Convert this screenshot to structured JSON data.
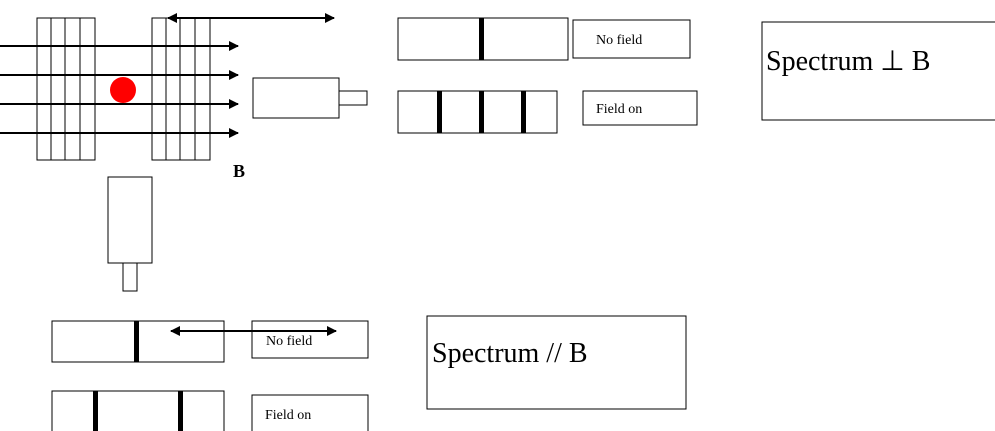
{
  "field_label": "B",
  "perpendicular": {
    "caption": "Spectrum ⊥ B",
    "no_field_label": "No field",
    "field_on_label": "Field on"
  },
  "parallel": {
    "caption": "Spectrum // B",
    "no_field_label": "No field",
    "field_on_label": "Field on"
  },
  "colors": {
    "source": "#ff0000",
    "lines": "#000000",
    "background": "#ffffff"
  }
}
